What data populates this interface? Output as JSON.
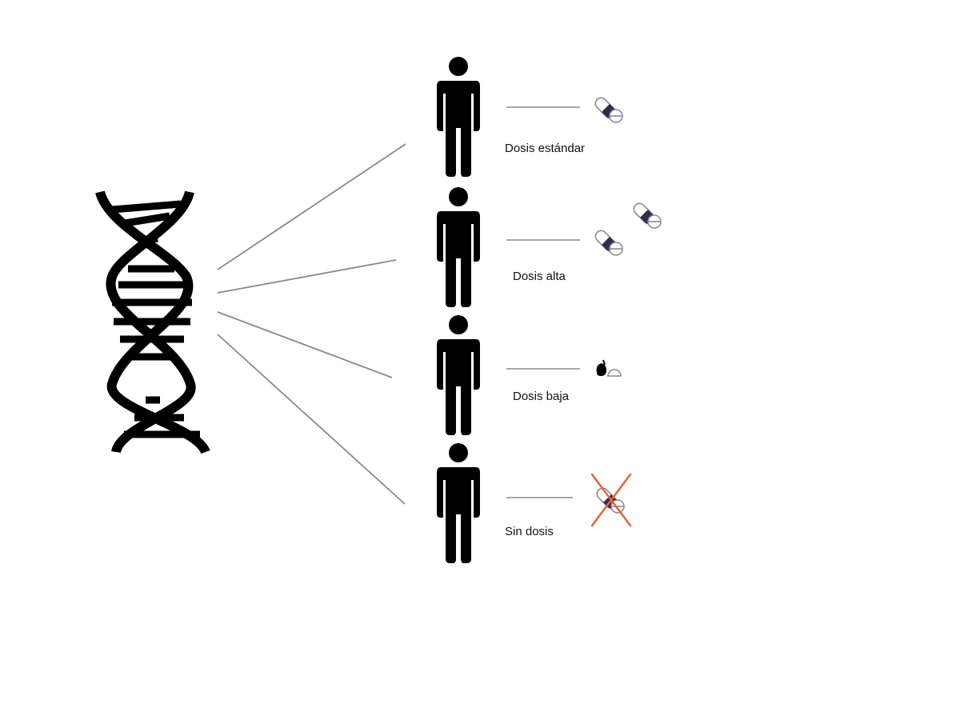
{
  "rows": [
    {
      "id": "standard",
      "label": "Dosis estándar",
      "pills": 1,
      "type": "capsule"
    },
    {
      "id": "high",
      "label": "Dosis alta",
      "pills": 2,
      "type": "capsule"
    },
    {
      "id": "low",
      "label": "Dosis baja",
      "pills": 1,
      "type": "half"
    },
    {
      "id": "none",
      "label": "Sin dosis",
      "pills": 1,
      "type": "crossed"
    }
  ],
  "icons": {
    "dna": "dna-icon",
    "person": "person-icon",
    "capsule": "capsule-pill-icon",
    "tablet": "tablet-icon",
    "cross": "cross-icon"
  },
  "colors": {
    "figure": "#000000",
    "capsule_dark": "#2f2f4a",
    "capsule_outline": "#8a8a9a",
    "connector": "#8a8a8a",
    "cross": "#e8623a"
  }
}
